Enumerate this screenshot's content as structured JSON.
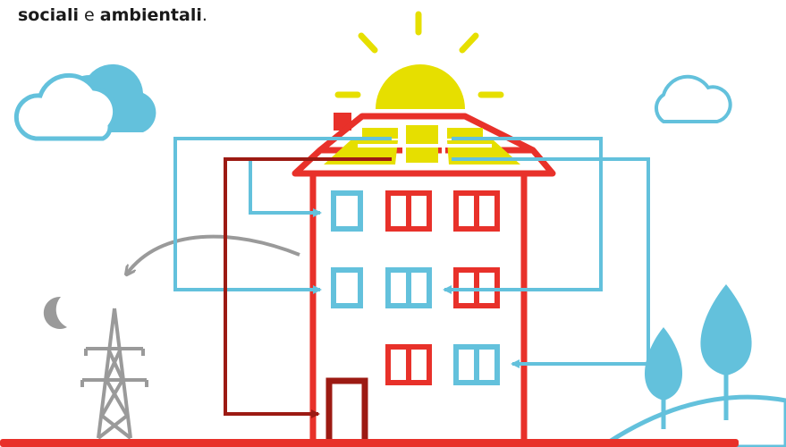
{
  "caption": {
    "word1": "sociali",
    "connector": "e",
    "word2": "ambientali",
    "punct": "."
  },
  "colors": {
    "red": "#e8312a",
    "dark_red": "#9c1a13",
    "blue": "#63c1dc",
    "yellow": "#e6df00",
    "gray": "#9a9a9a"
  },
  "icons": [
    "sun-icon",
    "cloud-icon",
    "moon-icon",
    "power-pylon-icon",
    "tree-icon",
    "solar-panel-icon",
    "door-icon",
    "window-icon"
  ]
}
